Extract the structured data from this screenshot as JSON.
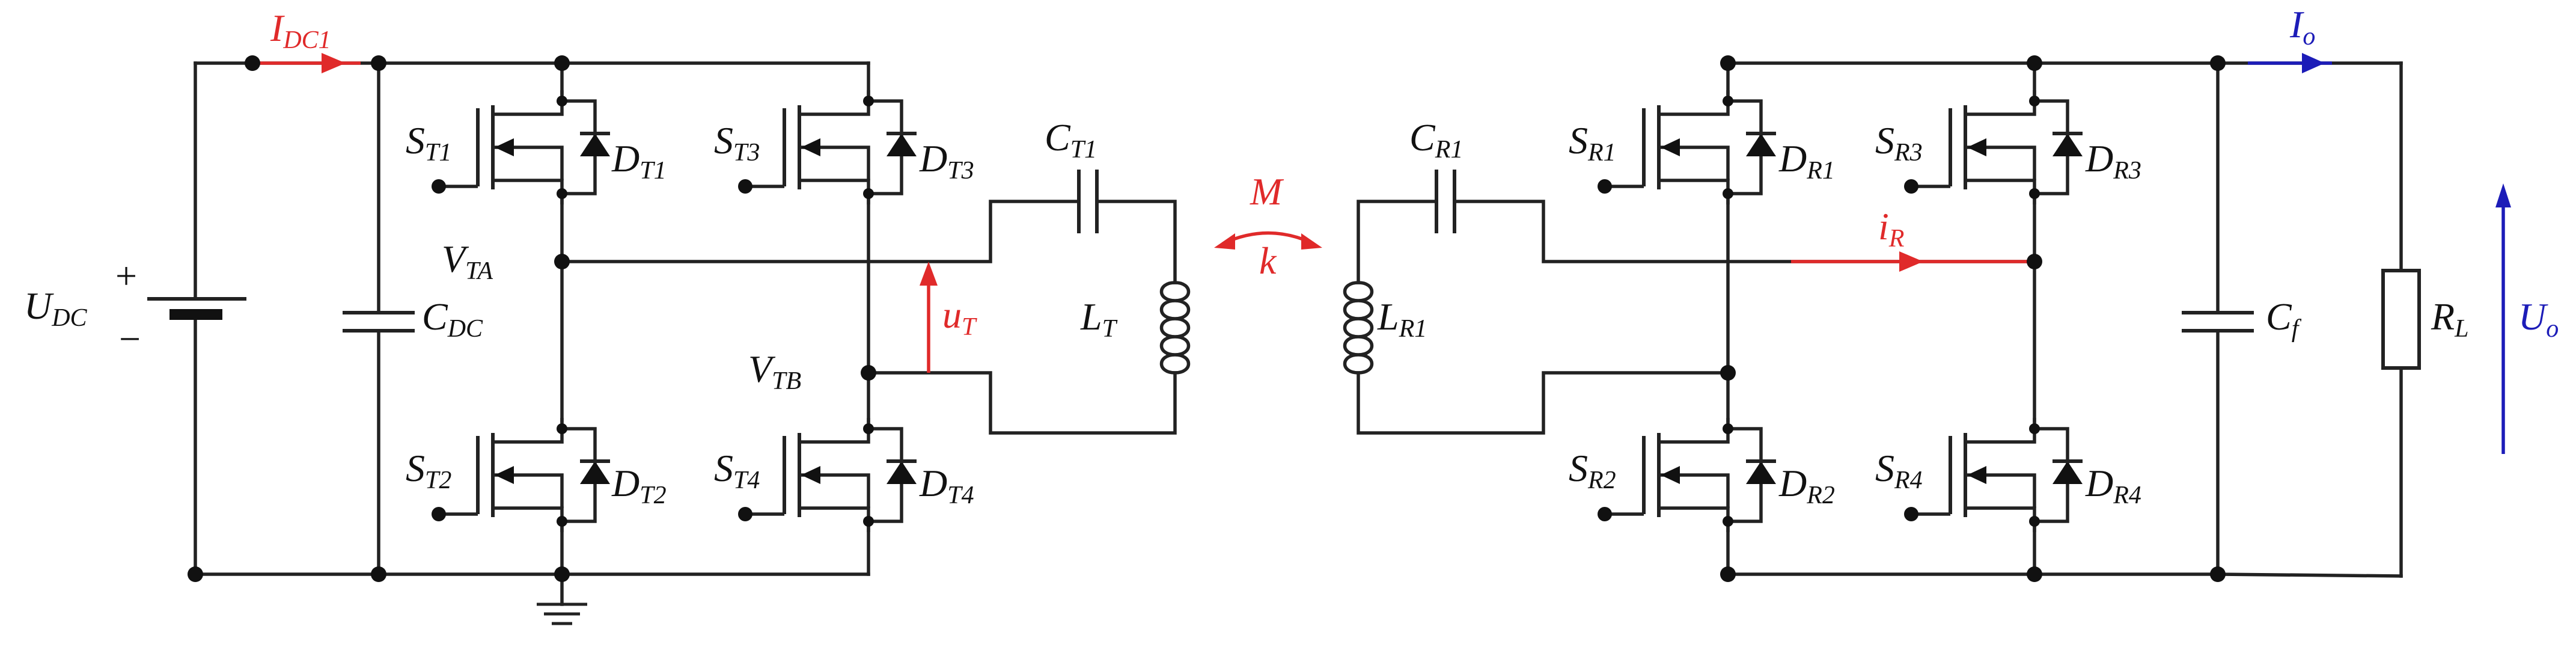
{
  "labels": {
    "idc1": {
      "main": "I",
      "sub": "DC1"
    },
    "udc": {
      "main": "U",
      "sub": "DC"
    },
    "udc_plus": "+",
    "udc_minus": "−",
    "cdc": {
      "main": "C",
      "sub": "DC"
    },
    "vta": {
      "main": "V",
      "sub": "TA"
    },
    "vtb": {
      "main": "V",
      "sub": "TB"
    },
    "st1": {
      "main": "S",
      "sub": "T1"
    },
    "st2": {
      "main": "S",
      "sub": "T2"
    },
    "st3": {
      "main": "S",
      "sub": "T3"
    },
    "st4": {
      "main": "S",
      "sub": "T4"
    },
    "dt1": {
      "main": "D",
      "sub": "T1"
    },
    "dt2": {
      "main": "D",
      "sub": "T2"
    },
    "dt3": {
      "main": "D",
      "sub": "T3"
    },
    "dt4": {
      "main": "D",
      "sub": "T4"
    },
    "ut": {
      "main": "u",
      "sub": "T"
    },
    "ct1": {
      "main": "C",
      "sub": "T1"
    },
    "lt": {
      "main": "L",
      "sub": "T"
    },
    "m": "M",
    "k": "k",
    "cr1": {
      "main": "C",
      "sub": "R1"
    },
    "lr1": {
      "main": "L",
      "sub": "R1"
    },
    "sr1": {
      "main": "S",
      "sub": "R1"
    },
    "sr2": {
      "main": "S",
      "sub": "R2"
    },
    "sr3": {
      "main": "S",
      "sub": "R3"
    },
    "sr4": {
      "main": "S",
      "sub": "R4"
    },
    "dr1": {
      "main": "D",
      "sub": "R1"
    },
    "dr2": {
      "main": "D",
      "sub": "R2"
    },
    "dr3": {
      "main": "D",
      "sub": "R3"
    },
    "dr4": {
      "main": "D",
      "sub": "R4"
    },
    "ir": {
      "main": "i",
      "sub": "R"
    },
    "io": {
      "main": "I",
      "sub": "o"
    },
    "cf": {
      "main": "C",
      "sub": "f"
    },
    "rl": {
      "main": "R",
      "sub": "L"
    },
    "uo": {
      "main": "U",
      "sub": "o"
    }
  },
  "colors": {
    "wire": "#222222",
    "current_annotation": "#e02a2a",
    "output_annotation": "#1c1cb8"
  }
}
